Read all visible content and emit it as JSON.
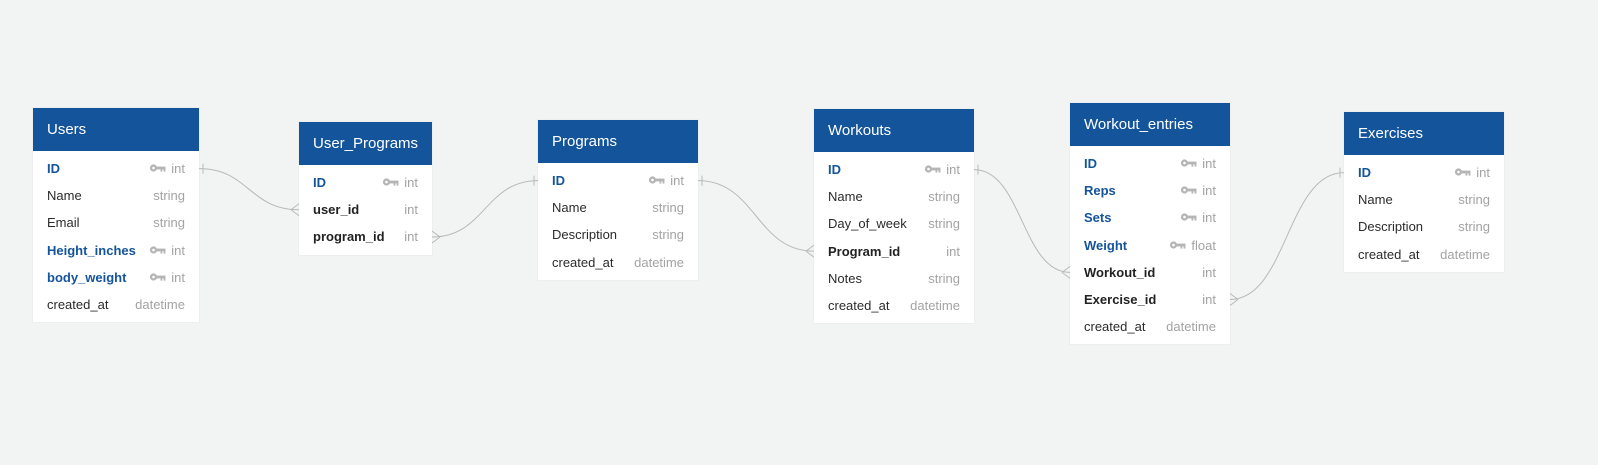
{
  "colors": {
    "header": "#14549a",
    "primary_key_text": "#14549a",
    "type_text": "#a3a3a3",
    "connector": "#b8b8b8"
  },
  "tables": [
    {
      "name": "Users",
      "fields": [
        {
          "name": "ID",
          "type": "int",
          "role": "pk",
          "key": true
        },
        {
          "name": "Name",
          "type": "string",
          "role": "plain",
          "key": false
        },
        {
          "name": "Email",
          "type": "string",
          "role": "plain",
          "key": false
        },
        {
          "name": "Height_inches",
          "type": "int",
          "role": "pk",
          "key": true
        },
        {
          "name": "body_weight",
          "type": "int",
          "role": "pk",
          "key": true
        },
        {
          "name": "created_at",
          "type": "datetime",
          "role": "plain",
          "key": false
        }
      ]
    },
    {
      "name": "User_Programs",
      "fields": [
        {
          "name": "ID",
          "type": "int",
          "role": "pk",
          "key": true
        },
        {
          "name": "user_id",
          "type": "int",
          "role": "fk",
          "key": false
        },
        {
          "name": "program_id",
          "type": "int",
          "role": "fk",
          "key": false
        }
      ]
    },
    {
      "name": "Programs",
      "fields": [
        {
          "name": "ID",
          "type": "int",
          "role": "pk",
          "key": true
        },
        {
          "name": "Name",
          "type": "string",
          "role": "plain",
          "key": false
        },
        {
          "name": "Description",
          "type": "string",
          "role": "plain",
          "key": false
        },
        {
          "name": "created_at",
          "type": "datetime",
          "role": "plain",
          "key": false
        }
      ]
    },
    {
      "name": "Workouts",
      "fields": [
        {
          "name": "ID",
          "type": "int",
          "role": "pk",
          "key": true
        },
        {
          "name": "Name",
          "type": "string",
          "role": "plain",
          "key": false
        },
        {
          "name": "Day_of_week",
          "type": "string",
          "role": "plain",
          "key": false
        },
        {
          "name": "Program_id",
          "type": "int",
          "role": "fk",
          "key": false
        },
        {
          "name": "Notes",
          "type": "string",
          "role": "plain",
          "key": false
        },
        {
          "name": "created_at",
          "type": "datetime",
          "role": "plain",
          "key": false
        }
      ]
    },
    {
      "name": "Workout_entries",
      "fields": [
        {
          "name": "ID",
          "type": "int",
          "role": "pk",
          "key": true
        },
        {
          "name": "Reps",
          "type": "int",
          "role": "pk",
          "key": true
        },
        {
          "name": "Sets",
          "type": "int",
          "role": "pk",
          "key": true
        },
        {
          "name": "Weight",
          "type": "float",
          "role": "pk",
          "key": true
        },
        {
          "name": "Workout_id",
          "type": "int",
          "role": "fk",
          "key": false
        },
        {
          "name": "Exercise_id",
          "type": "int",
          "role": "fk",
          "key": false
        },
        {
          "name": "created_at",
          "type": "datetime",
          "role": "plain",
          "key": false
        }
      ]
    },
    {
      "name": "Exercises",
      "fields": [
        {
          "name": "ID",
          "type": "int",
          "role": "pk",
          "key": true
        },
        {
          "name": "Name",
          "type": "string",
          "role": "plain",
          "key": false
        },
        {
          "name": "Description",
          "type": "string",
          "role": "plain",
          "key": false
        },
        {
          "name": "created_at",
          "type": "datetime",
          "role": "plain",
          "key": false
        }
      ]
    }
  ],
  "relations": [
    {
      "from_table": "Users",
      "from_field": "ID",
      "to_table": "User_Programs",
      "to_field": "user_id",
      "cardinality": "one-to-many"
    },
    {
      "from_table": "User_Programs",
      "from_field": "program_id",
      "to_table": "Programs",
      "to_field": "ID",
      "cardinality": "many-to-one"
    },
    {
      "from_table": "Programs",
      "from_field": "ID",
      "to_table": "Workouts",
      "to_field": "Program_id",
      "cardinality": "one-to-many"
    },
    {
      "from_table": "Workouts",
      "from_field": "ID",
      "to_table": "Workout_entries",
      "to_field": "Workout_id",
      "cardinality": "one-to-many"
    },
    {
      "from_table": "Workout_entries",
      "from_field": "Exercise_id",
      "to_table": "Exercises",
      "to_field": "ID",
      "cardinality": "many-to-one"
    }
  ]
}
